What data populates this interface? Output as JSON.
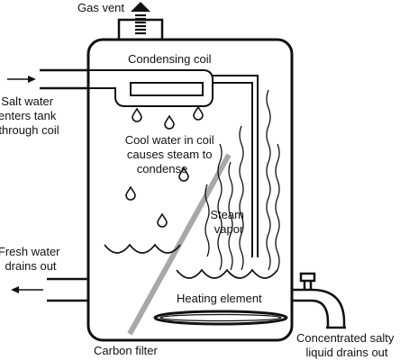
{
  "labels": {
    "gas_vent": "Gas vent",
    "condensing_coil": "Condensing coil",
    "salt_water": [
      "Salt water",
      "enters tank",
      "through coil"
    ],
    "cool_water": [
      "Cool water in coil",
      "causes steam to",
      "condense"
    ],
    "steam_vapor": [
      "Steam",
      "vapor"
    ],
    "fresh_water": [
      "Fresh water",
      "drains out"
    ],
    "heating_element": "Heating element",
    "carbon_filter": "Carbon filter",
    "concentrated": [
      "Concentrated salty",
      "liquid drains out"
    ]
  },
  "colors": {
    "stroke": "#111111",
    "filter": "#a8a8a8",
    "background": "#ffffff"
  }
}
